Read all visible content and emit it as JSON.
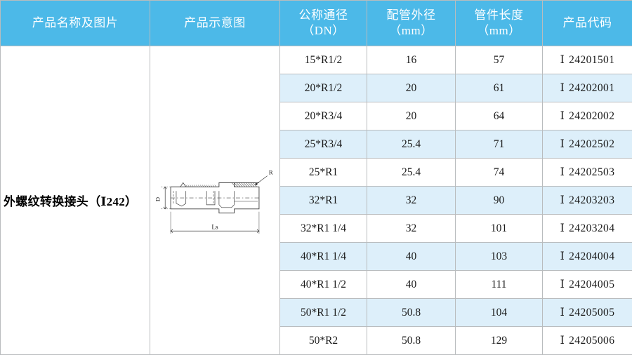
{
  "table": {
    "headers": [
      {
        "lines": [
          "产品名称及图片"
        ],
        "name": "header-product-name"
      },
      {
        "lines": [
          "产品示意图"
        ],
        "name": "header-diagram"
      },
      {
        "lines": [
          "公称通径",
          "（DN）"
        ],
        "name": "header-nominal-diameter"
      },
      {
        "lines": [
          "配管外径",
          "（mm）"
        ],
        "name": "header-pipe-outer-diameter"
      },
      {
        "lines": [
          "管件长度",
          "（mm）"
        ],
        "name": "header-fitting-length"
      },
      {
        "lines": [
          "产品代码"
        ],
        "name": "header-product-code"
      }
    ],
    "product": {
      "name": "外螺纹转换接头（Ⅰ242）",
      "diagram_labels": {
        "diameter": "D",
        "length": "Ls",
        "thread": "R"
      }
    },
    "rows": [
      {
        "dn": "15*R1/2",
        "od": "16",
        "length": "57",
        "code_prefix": "Ⅰ",
        "code": "24201501"
      },
      {
        "dn": "20*R1/2",
        "od": "20",
        "length": "61",
        "code_prefix": "Ⅰ",
        "code": "24202001"
      },
      {
        "dn": "20*R3/4",
        "od": "20",
        "length": "64",
        "code_prefix": "Ⅰ",
        "code": "24202002"
      },
      {
        "dn": "25*R3/4",
        "od": "25.4",
        "length": "71",
        "code_prefix": "Ⅰ",
        "code": "24202502"
      },
      {
        "dn": "25*R1",
        "od": "25.4",
        "length": "74",
        "code_prefix": "Ⅰ",
        "code": "24202503"
      },
      {
        "dn": "32*R1",
        "od": "32",
        "length": "90",
        "code_prefix": "Ⅰ",
        "code": "24203203"
      },
      {
        "dn": "32*R1 1/4",
        "od": "32",
        "length": "101",
        "code_prefix": "Ⅰ",
        "code": "24203204"
      },
      {
        "dn": "40*R1 1/4",
        "od": "40",
        "length": "103",
        "code_prefix": "Ⅰ",
        "code": "24204004"
      },
      {
        "dn": "40*R1 1/2",
        "od": "40",
        "length": "111",
        "code_prefix": "Ⅰ",
        "code": "24204005"
      },
      {
        "dn": "50*R1 1/2",
        "od": "50.8",
        "length": "104",
        "code_prefix": "Ⅰ",
        "code": "24205005"
      },
      {
        "dn": "50*R2",
        "od": "50.8",
        "length": "129",
        "code_prefix": "Ⅰ",
        "code": "24205006"
      }
    ]
  },
  "colors": {
    "header_bg": "#4cb9e8",
    "header_text": "#ffffff",
    "row_alt_bg": "#ddeffa",
    "row_bg": "#ffffff",
    "border": "#b9bcbe",
    "text": "#1a1a1a"
  }
}
